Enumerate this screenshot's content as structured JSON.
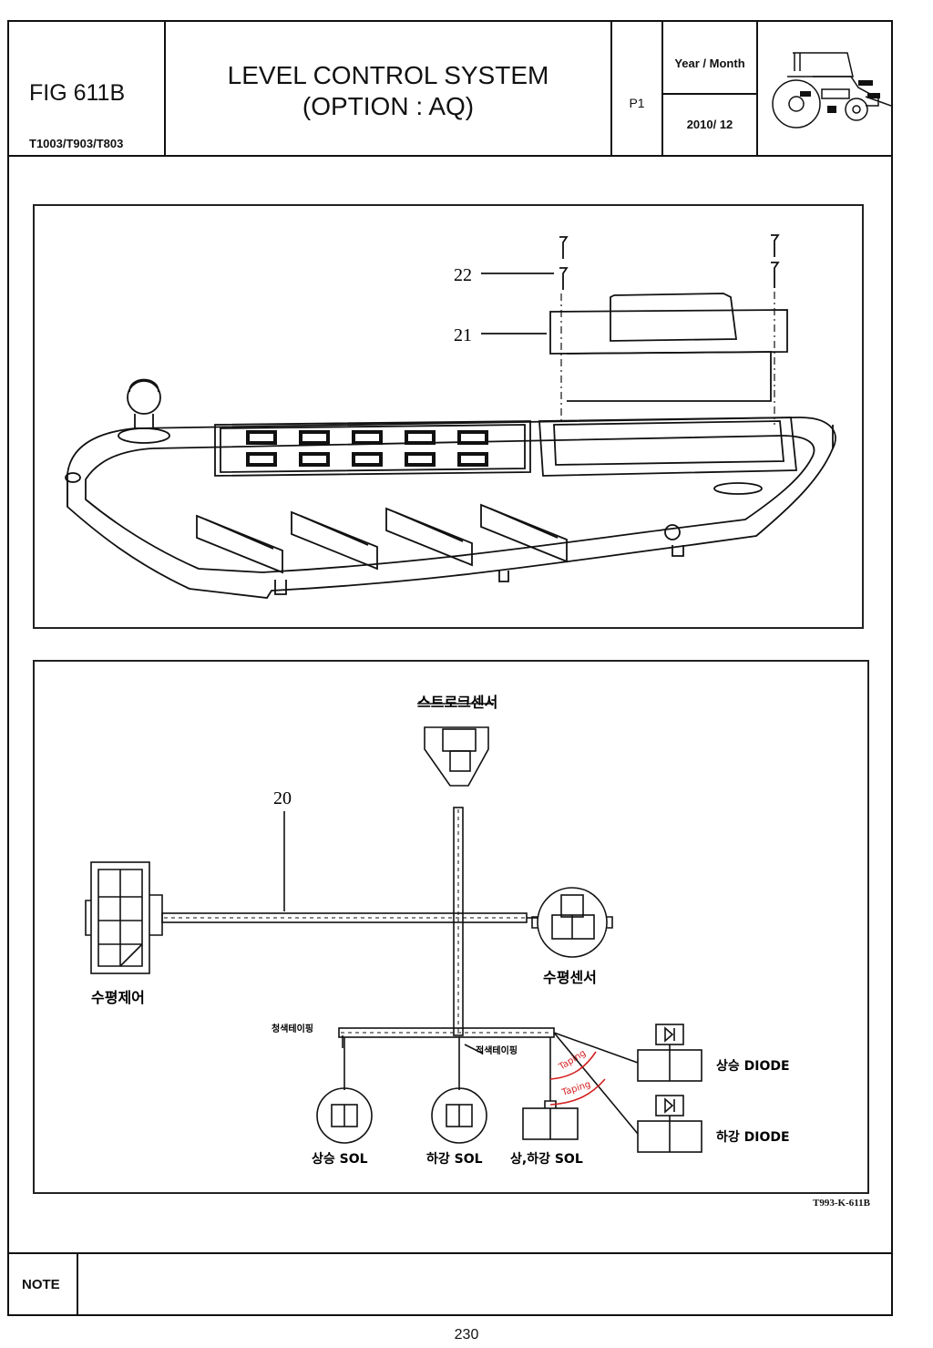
{
  "header": {
    "fig_number": "FIG 611B",
    "models": "T1003/T903/T803",
    "title_line1": "LEVEL CONTROL SYSTEM",
    "title_line2": "(OPTION : AQ)",
    "page_id": "P1",
    "year_month_label": "Year / Month",
    "year_month_value": "2010/ 12",
    "icon": "tractor-icon"
  },
  "exploded_view": {
    "callouts": [
      "22",
      "21"
    ]
  },
  "harness_diagram": {
    "callout": "20",
    "stroke_sensor": "스트로크센서",
    "level_control": "수평제어",
    "level_sensor": "수평센서",
    "blue_taping": "청색테이핑",
    "red_taping": "적색테이핑",
    "taping_1": "Taping",
    "taping_2": "Taping",
    "up_diode": "상승 DIODE",
    "down_diode": "하강 DIODE",
    "up_sol": "상승 SOL",
    "down_sol": "하강 SOL",
    "updown_sol": "상,하강 SOL",
    "taping_color": "#d42020"
  },
  "drawing_ref": "T993-K-611B",
  "note_label": "NOTE",
  "page_number": "230"
}
